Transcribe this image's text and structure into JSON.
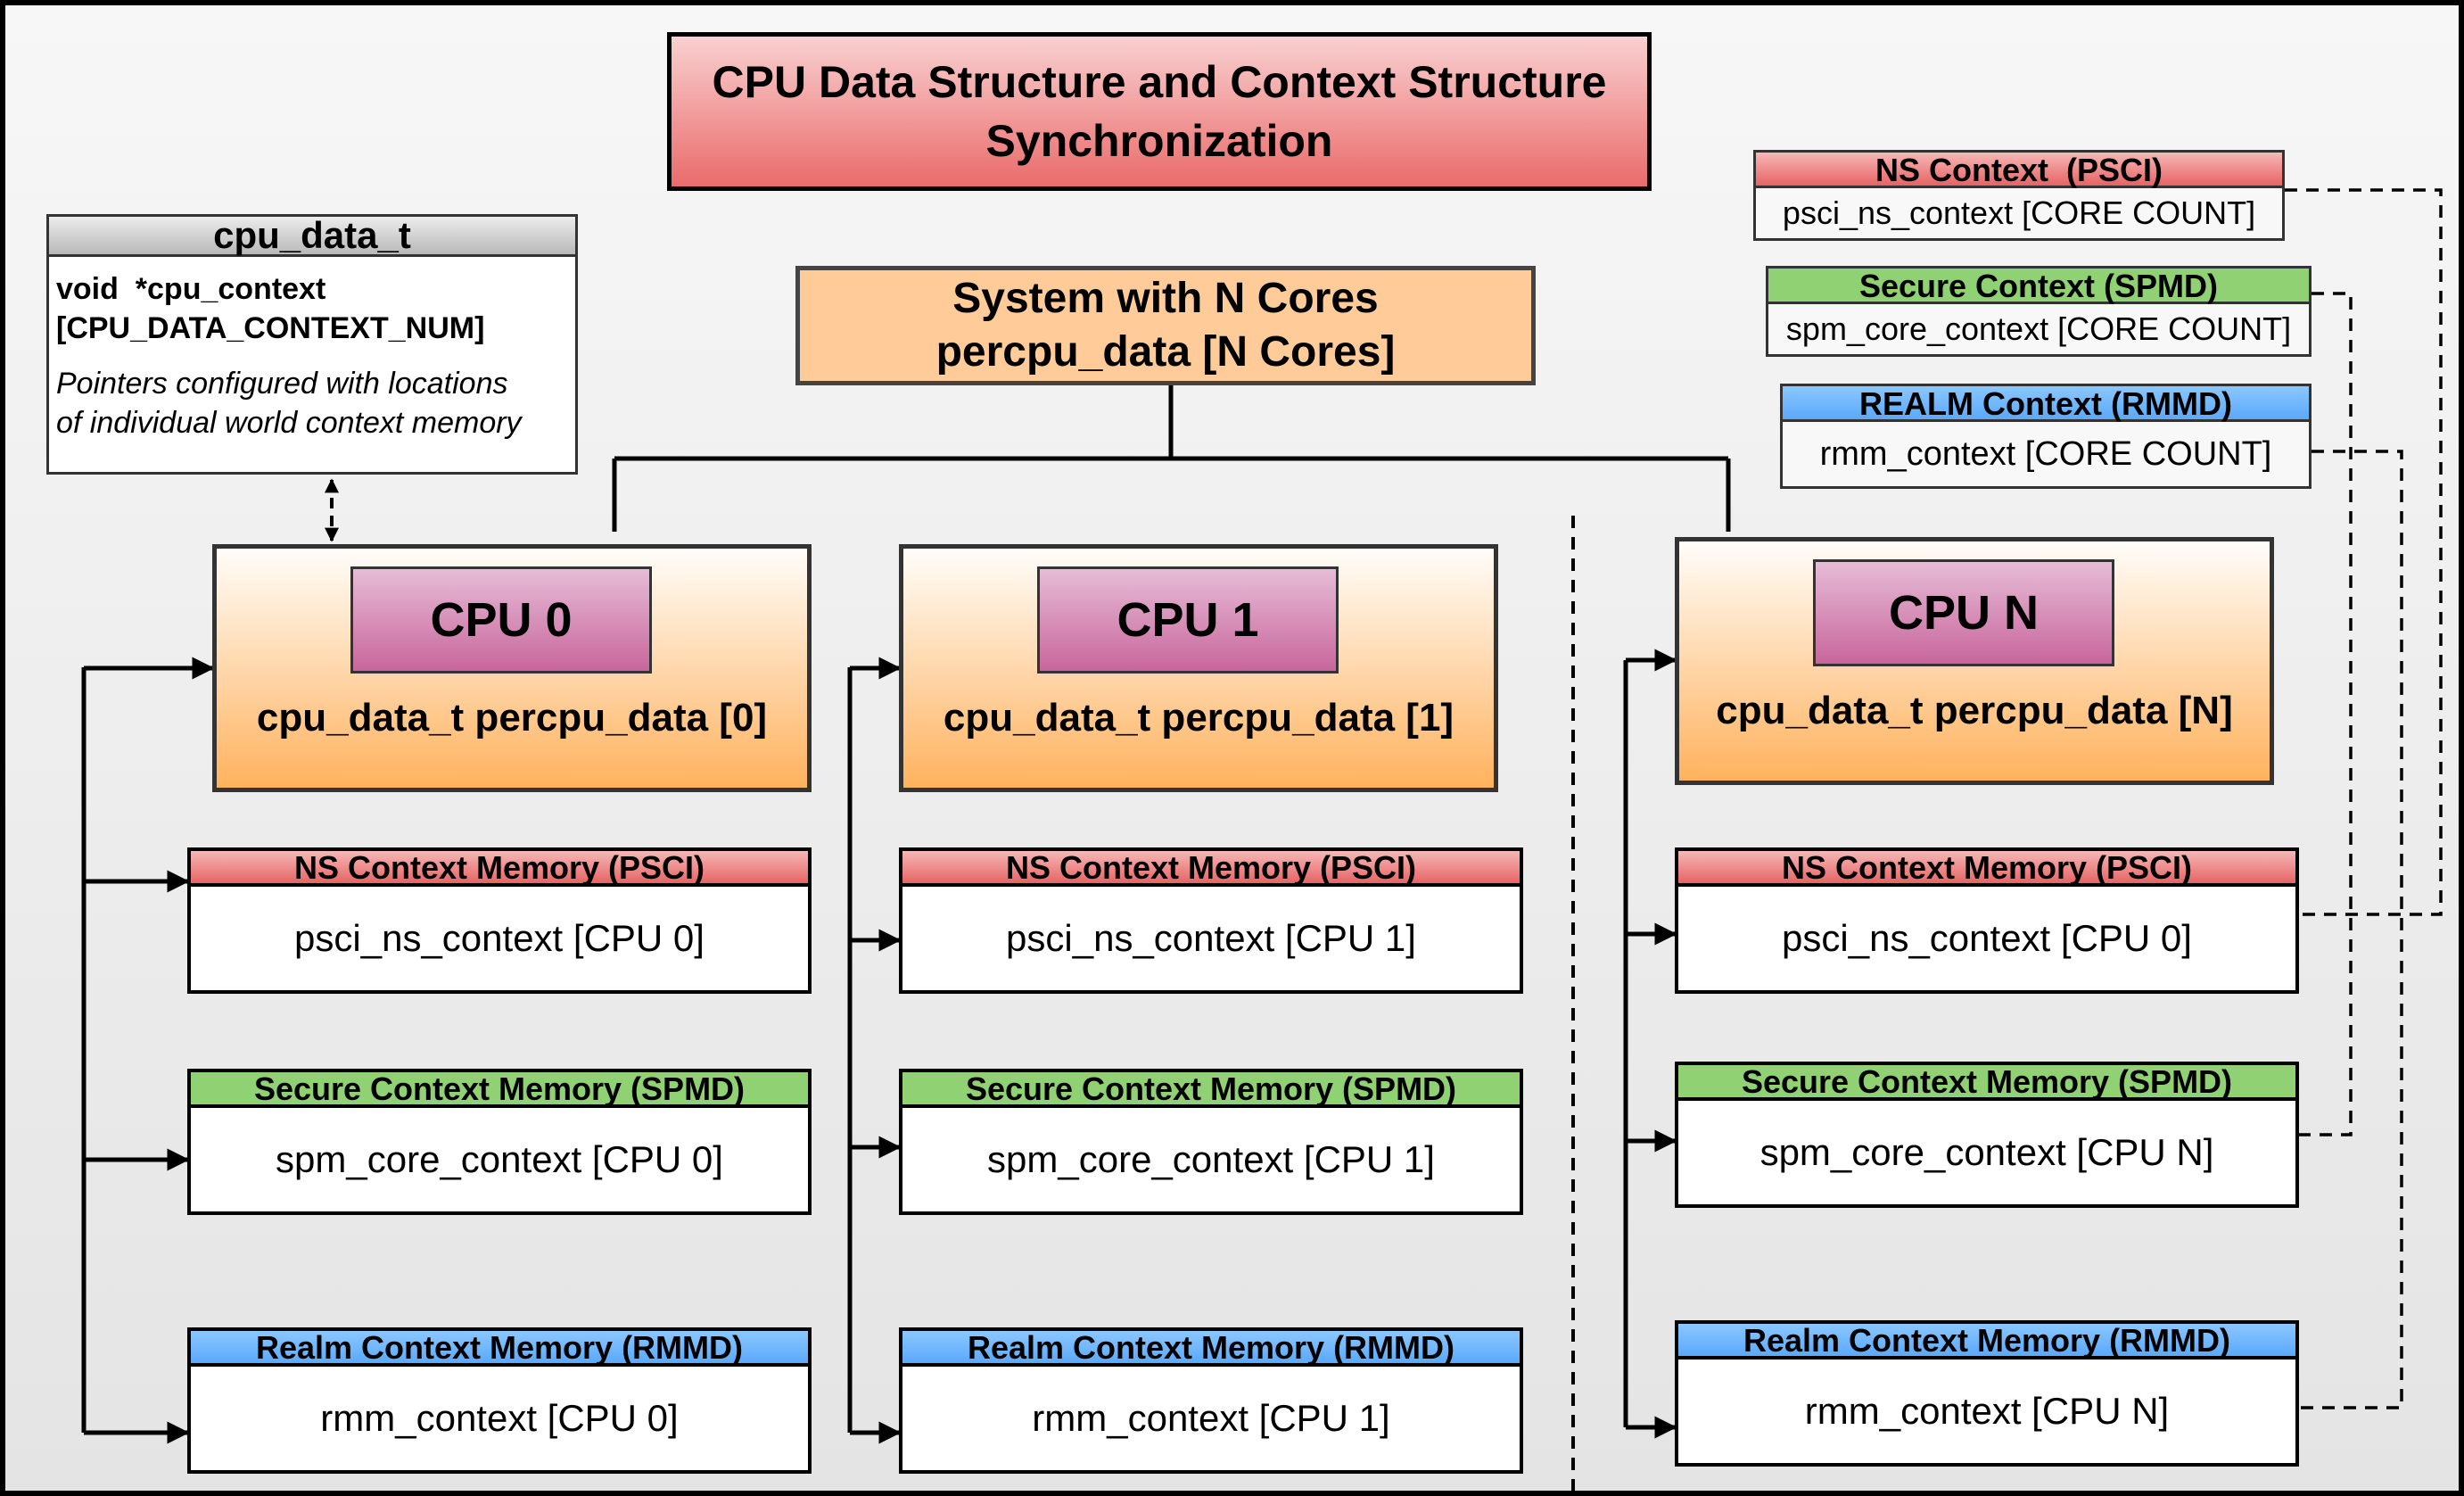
{
  "title": {
    "line1": "CPU Data Structure and Context Structure",
    "line2": "Synchronization"
  },
  "system": {
    "line1": "System with N Cores",
    "line2": "percpu_data [N Cores]"
  },
  "cpu_data_t": {
    "header": "cpu_data_t",
    "field_line1": "void  *cpu_context",
    "field_line2": "[CPU_DATA_CONTEXT_NUM]",
    "note_line1": "Pointers configured with locations",
    "note_line2": "of individual world context memory"
  },
  "cpus": [
    {
      "label": "CPU 0",
      "sub": "cpu_data_t percpu_data [0]",
      "ns": {
        "header": "NS Context Memory (PSCI)",
        "body": "psci_ns_context [CPU 0]"
      },
      "secure": {
        "header": "Secure Context Memory (SPMD)",
        "body": "spm_core_context [CPU 0]"
      },
      "realm": {
        "header": "Realm Context Memory (RMMD)",
        "body": "rmm_context [CPU 0]"
      }
    },
    {
      "label": "CPU 1",
      "sub": "cpu_data_t percpu_data [1]",
      "ns": {
        "header": "NS Context Memory (PSCI)",
        "body": "psci_ns_context [CPU 1]"
      },
      "secure": {
        "header": "Secure Context Memory (SPMD)",
        "body": "spm_core_context [CPU 1]"
      },
      "realm": {
        "header": "Realm Context Memory (RMMD)",
        "body": "rmm_context [CPU 1]"
      }
    },
    {
      "label": "CPU N",
      "sub": "cpu_data_t percpu_data [N]",
      "ns": {
        "header": "NS Context Memory (PSCI)",
        "body": "psci_ns_context [CPU 0]"
      },
      "secure": {
        "header": "Secure Context Memory (SPMD)",
        "body": "spm_core_context [CPU N]"
      },
      "realm": {
        "header": "Realm Context Memory (RMMD)",
        "body": "rmm_context [CPU N]"
      }
    }
  ],
  "global_contexts": {
    "ns": {
      "header": "NS Context  (PSCI)",
      "body": "psci_ns_context [CORE COUNT]"
    },
    "secure": {
      "header": "Secure Context (SPMD)",
      "body": "spm_core_context [CORE COUNT]"
    },
    "realm": {
      "header": "REALM Context (RMMD)",
      "body": "rmm_context [CORE COUNT]"
    }
  },
  "colors": {
    "ns_header": "#e66464",
    "secure_header": "#90d174",
    "realm_header": "#5aa9fa",
    "cpu_label": "#c8669c",
    "cpu_box": "#ffb25e",
    "system_box": "#ffcc99",
    "title_box": "#ea6b6b"
  }
}
